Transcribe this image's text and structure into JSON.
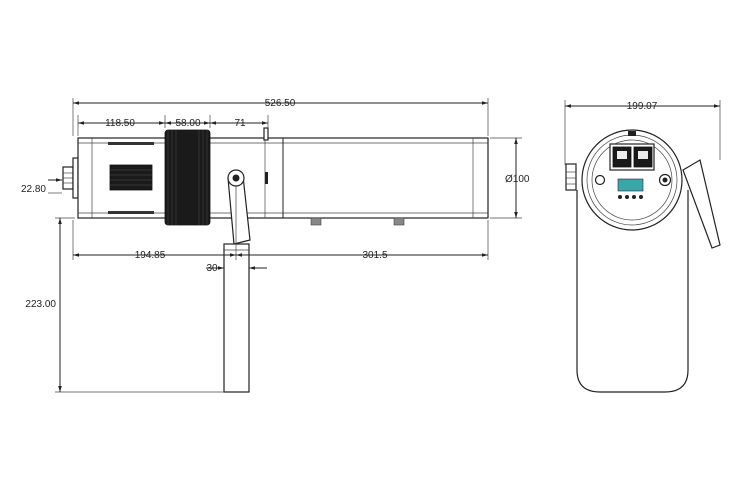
{
  "dimensions": {
    "total_length": "526.50",
    "seg_a": "118.50",
    "seg_b": "58.00",
    "seg_c": "71",
    "offset_left": "22.80",
    "diameter": "Ø100",
    "to_handle": "194.85",
    "handle_width": "30",
    "rear_length": "301.5",
    "handle_height": "223.00",
    "side_width": "199.07"
  },
  "colors": {
    "line": "#222222",
    "connector_screen": "#3aa6a6",
    "dark_parts": "#1a1a1a"
  }
}
